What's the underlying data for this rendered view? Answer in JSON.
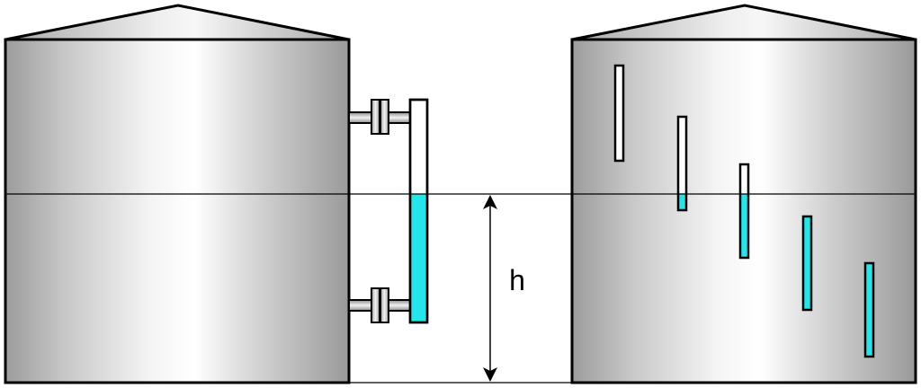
{
  "labels": {
    "height": "h"
  },
  "colors": {
    "liquid": "#22e6ea",
    "outline": "#000000",
    "glass": "#ffffff",
    "background": "#ffffff"
  },
  "icons": {
    "tank": "cylindrical-tank-icon",
    "flange": "pipe-flange-icon",
    "arrow": "double-headed-arrow-icon"
  },
  "gauges": {
    "left_sight_glass_fill": 0.58,
    "right_sight_glasses_fill": [
      0.0,
      0.18,
      0.68,
      1.0,
      1.0
    ]
  }
}
